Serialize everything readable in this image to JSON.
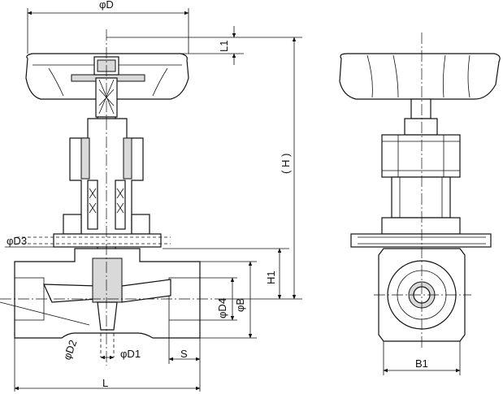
{
  "labels": {
    "phi_d": "φD",
    "l1": "L1",
    "h": "( H )",
    "phi_d3": "φD3",
    "h1": "H1",
    "phi_d4": "φD4",
    "phi_b": "φB",
    "phi_d2": "φD2",
    "phi_d1": "φD1",
    "s": "S",
    "l": "L",
    "b1": "B1"
  }
}
